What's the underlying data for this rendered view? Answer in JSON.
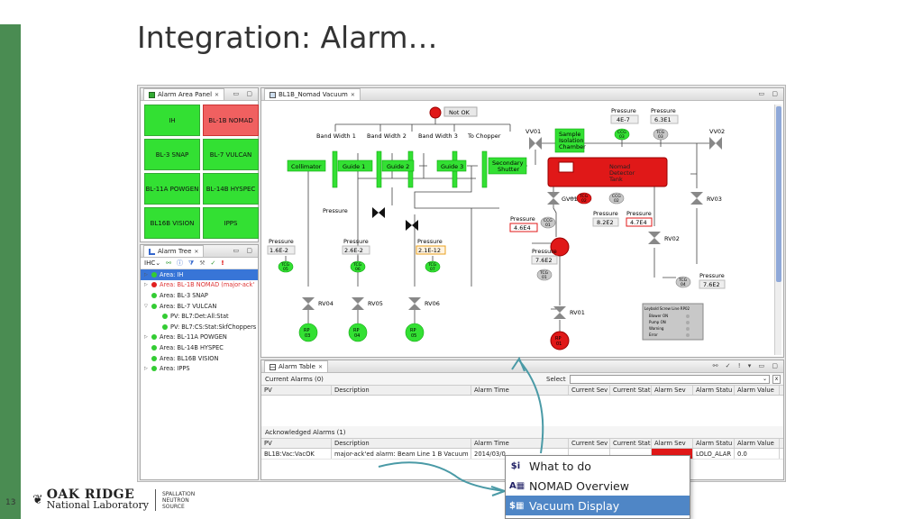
{
  "slide": {
    "title": "Integration: Alarm…",
    "page_number": "13",
    "logo_main": "OAK RIDGE",
    "logo_sub": "National Laboratory",
    "logo_sns_1": "SPALLATION",
    "logo_sns_2": "NEUTRON",
    "logo_sns_3": "SOURCE"
  },
  "area_panel": {
    "tab_label": "Alarm Area Panel",
    "areas": [
      {
        "label": "IH",
        "status": "ok"
      },
      {
        "label": "BL-1B NOMAD",
        "status": "alarm"
      },
      {
        "label": "BL-3 SNAP",
        "status": "ok"
      },
      {
        "label": "BL-7 VULCAN",
        "status": "ok"
      },
      {
        "label": "BL-11A POWGEN",
        "status": "ok"
      },
      {
        "label": "BL-14B HYSPEC",
        "status": "ok"
      },
      {
        "label": "BL16B VISION",
        "status": "ok"
      },
      {
        "label": "IPPS",
        "status": "ok"
      }
    ]
  },
  "alarm_tree": {
    "tab_label": "Alarm Tree",
    "toolbar_label": "IHC",
    "rows": [
      {
        "text": "Area: IH",
        "indent": 0,
        "twisty": "▷",
        "color": "green",
        "selected": true
      },
      {
        "text": "Area: BL-1B NOMAD (major-ack'",
        "indent": 0,
        "twisty": "▷",
        "color": "red",
        "selected": false
      },
      {
        "text": "Area: BL-3 SNAP",
        "indent": 0,
        "twisty": "",
        "color": "green",
        "selected": false
      },
      {
        "text": "Area: BL-7 VULCAN",
        "indent": 0,
        "twisty": "▽",
        "color": "green",
        "selected": false
      },
      {
        "text": "PV: BL7:Det:All:Stat",
        "indent": 1,
        "twisty": "",
        "color": "green",
        "selected": false
      },
      {
        "text": "PV: BL7:CS:Stat:SkfChoppers",
        "indent": 1,
        "twisty": "",
        "color": "green",
        "selected": false
      },
      {
        "text": "Area: BL-11A POWGEN",
        "indent": 0,
        "twisty": "▷",
        "color": "green",
        "selected": false
      },
      {
        "text": "Area: BL-14B HYSPEC",
        "indent": 0,
        "twisty": "",
        "color": "green",
        "selected": false
      },
      {
        "text": "Area: BL16B VISION",
        "indent": 0,
        "twisty": "",
        "color": "green",
        "selected": false
      },
      {
        "text": "Area: IPPS",
        "indent": 0,
        "twisty": "▷",
        "color": "green",
        "selected": false
      }
    ]
  },
  "synoptic": {
    "tab_label": "BL1B_Nomad Vacuum",
    "status_text": "Not OK",
    "labels": {
      "bw1": "Band Width 1",
      "bw2": "Band Width 2",
      "bw3": "Band Width 3",
      "chopper": "To Chopper",
      "collimator": "Collimator",
      "guide1": "Guide 1",
      "guide2": "Guide 2",
      "guide3": "Guide 3",
      "sec_shutter_1": "Secondary",
      "sec_shutter_2": "Shutter",
      "pressure": "Pressure",
      "vv01": "VV01",
      "vv02": "VV02",
      "gv01": "GV01",
      "sample_1": "Sample",
      "sample_2": "Isolation",
      "sample_3": "Chamber",
      "nomad_1": "Nomad",
      "nomad_2": "Detector",
      "nomad_3": "Tank",
      "rv01": "RV01",
      "rv02": "RV02",
      "rv03": "RV03",
      "rv04": "RV04",
      "rv05": "RV05",
      "rv06": "RV06",
      "legend_title": "Leybold Screw Line RP02",
      "legend_1": "Blower ON",
      "legend_2": "Pump ON",
      "legend_3": "Warning",
      "legend_4": "Error"
    },
    "pressures": {
      "p_top1": "4E-7",
      "p_top2": "6.3E1",
      "p_1": "1.6E-2",
      "p_2": "2.6E-2",
      "p_3": "2.1E-12",
      "p_ccg01": "4.6E4",
      "p_82": "8.2E2",
      "p_47": "4.7E4",
      "p_76a": "7.6E2",
      "p_76b": "7.6E2"
    },
    "gauges": {
      "ccg03": "CCG\n03",
      "tcg03": "TCG\n03",
      "tcg02": "TCG\n02",
      "ccg02": "CCG\n02",
      "ccg01": "CCG\n01",
      "tcg01": "TCG\n01",
      "tcg04": "TCG\n04",
      "tcg05": "TCG\n05",
      "tcg06": "TCG\n06",
      "tcg07": "TCG\n07",
      "rp03": "RP\n03",
      "rp04": "RP\n04",
      "rp05": "RP\n05",
      "rp01": "RP\n01",
      "rp02": "RP\n02"
    }
  },
  "alarm_table": {
    "tab_label": "Alarm Table",
    "select_label": "Select",
    "current_label": "Current Alarms (0)",
    "ack_label": "Acknowledged Alarms (1)",
    "columns": [
      "PV",
      "Description",
      "Alarm Time",
      "Current Sev",
      "Current Stat",
      "Alarm Sev",
      "Alarm Statu",
      "Alarm Value"
    ],
    "ack_row": [
      "BL1B:Vac:VacOK",
      "major-ack'ed alarm: Beam Line 1 B Vacuum",
      "2014/03/0",
      "",
      "",
      "",
      "LOLO_ALAR",
      "0.0"
    ]
  },
  "context_menu": {
    "items": [
      {
        "label": "What to do",
        "icon": "$i",
        "highlighted": false
      },
      {
        "label": "NOMAD Overview",
        "icon": "A▦",
        "highlighted": false
      },
      {
        "label": "Vacuum Display",
        "icon": "$▦",
        "highlighted": true
      }
    ]
  },
  "colors": {
    "alarm_red": "#e01818",
    "ok_green": "#33e033",
    "accent_green": "#4a8c52",
    "selection_blue": "#3875d7",
    "gauge_grey": "#c8c8c8"
  }
}
